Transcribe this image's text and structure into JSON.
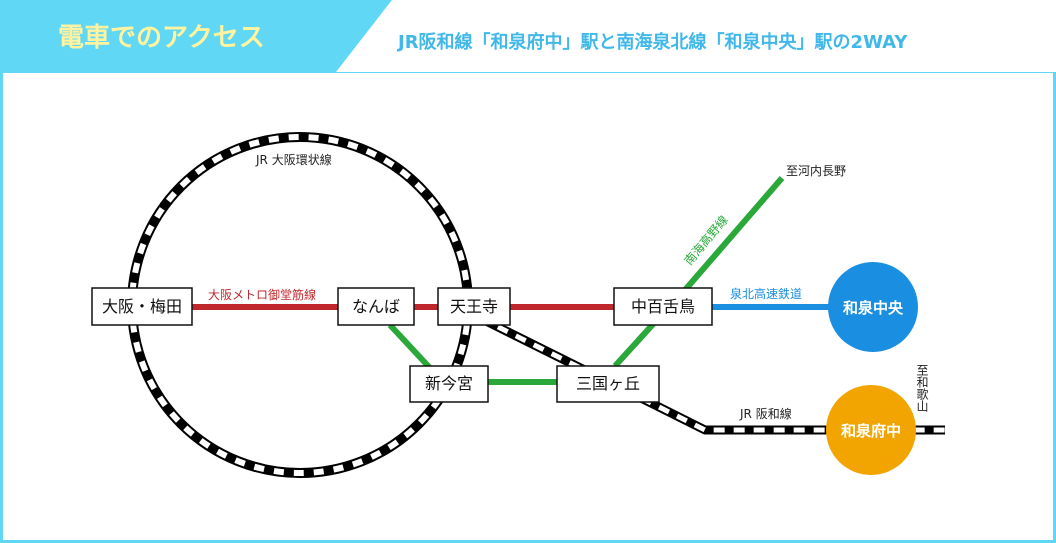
{
  "header": {
    "title": "電車でのアクセス",
    "subtitle": "JR阪和線「和泉府中」駅と南海泉北線「和泉中央」駅の2WAY"
  },
  "lines": {
    "jr_loop": "JR 大阪環状線",
    "midosuji": "大阪メトロ御堂筋線",
    "koya": "南海高野線",
    "senboku": "泉北高速鉄道",
    "jr_hanwa": "JR 阪和線"
  },
  "stations": {
    "umeda": "大阪・梅田",
    "namba": "なんば",
    "tennoji": "天王寺",
    "nakamozu": "中百舌鳥",
    "shinimamiya": "新今宮",
    "mikunigaoka": "三国ヶ丘"
  },
  "destinations": {
    "izumi_chuo": "和泉中央",
    "izumi_fuchu": "和泉府中"
  },
  "directions": {
    "kawachinagano": "至河内長野",
    "wakayama": "至和歌山"
  },
  "colors": {
    "accent": "#5fd7f5",
    "jr": "#000000",
    "midosuji": "#c0272d",
    "nankai": "#2aa83a",
    "senboku": "#1a8ee0",
    "izumi_chuo": "#1a8ee0",
    "izumi_fuchu": "#f2a500"
  }
}
